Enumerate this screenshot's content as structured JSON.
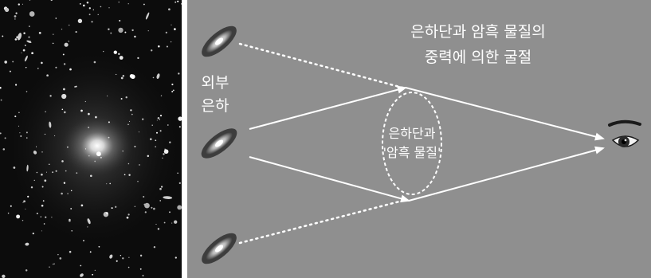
{
  "diagram": {
    "lens_caption_line1": "은하단과 암흑 물질의",
    "lens_caption_line2": "중력에 의한 굴절",
    "outer_galaxy_line1": "외부",
    "outer_galaxy_line2": "은하",
    "cluster_label_line1": "은하단과",
    "cluster_label_line2": "'암흑 물질'"
  },
  "colors": {
    "background": "#8f8f8f",
    "rays": "#ffffff",
    "photo_background": "#0c0c0c"
  },
  "icons": [
    "galaxy-cluster-photo",
    "galaxy-icon",
    "eye-icon"
  ]
}
